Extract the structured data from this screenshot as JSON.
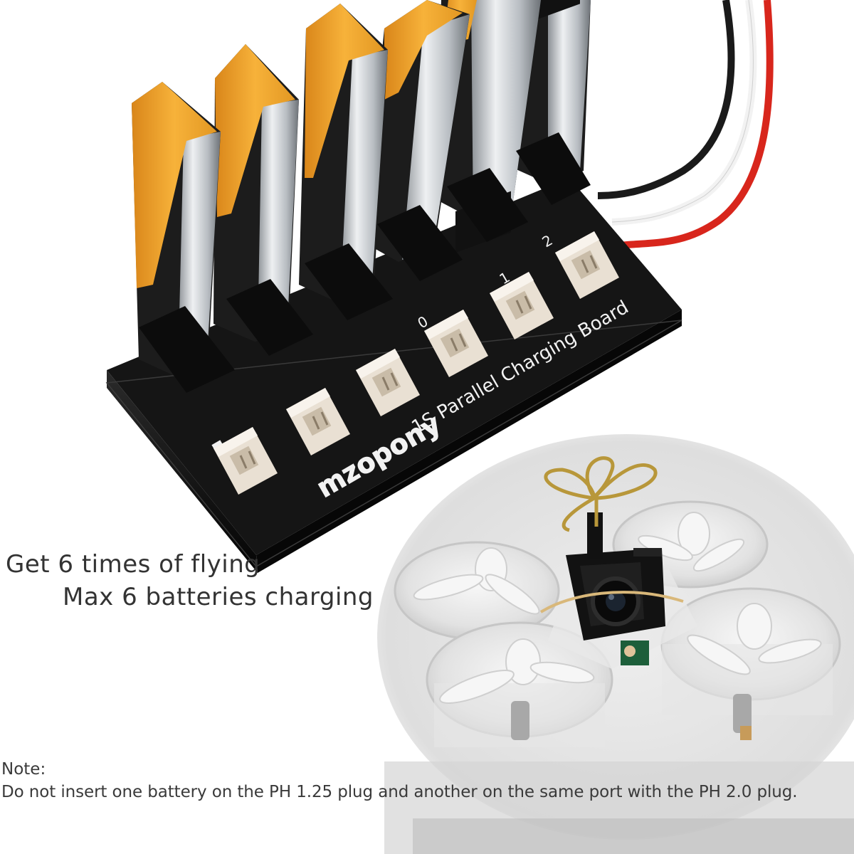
{
  "board": {
    "label": "1S Parallel Charging Board",
    "brand": "mzopony",
    "port_numbers": [
      "0",
      "1",
      "2"
    ]
  },
  "captions": {
    "line1": "Get 6 times of flying",
    "line2": "Max 6 batteries charging"
  },
  "note": {
    "heading": "Note:",
    "text": "Do not insert one battery on the PH 1.25 plug and another on the same port with the PH 2.0 plug."
  },
  "colors": {
    "board": "#121212",
    "battery_label": "#f0a020",
    "battery_foil": "#c9cdd2",
    "connector": "#efe7dc",
    "wire_red": "#d8261c",
    "wire_black": "#1a1a1a"
  }
}
